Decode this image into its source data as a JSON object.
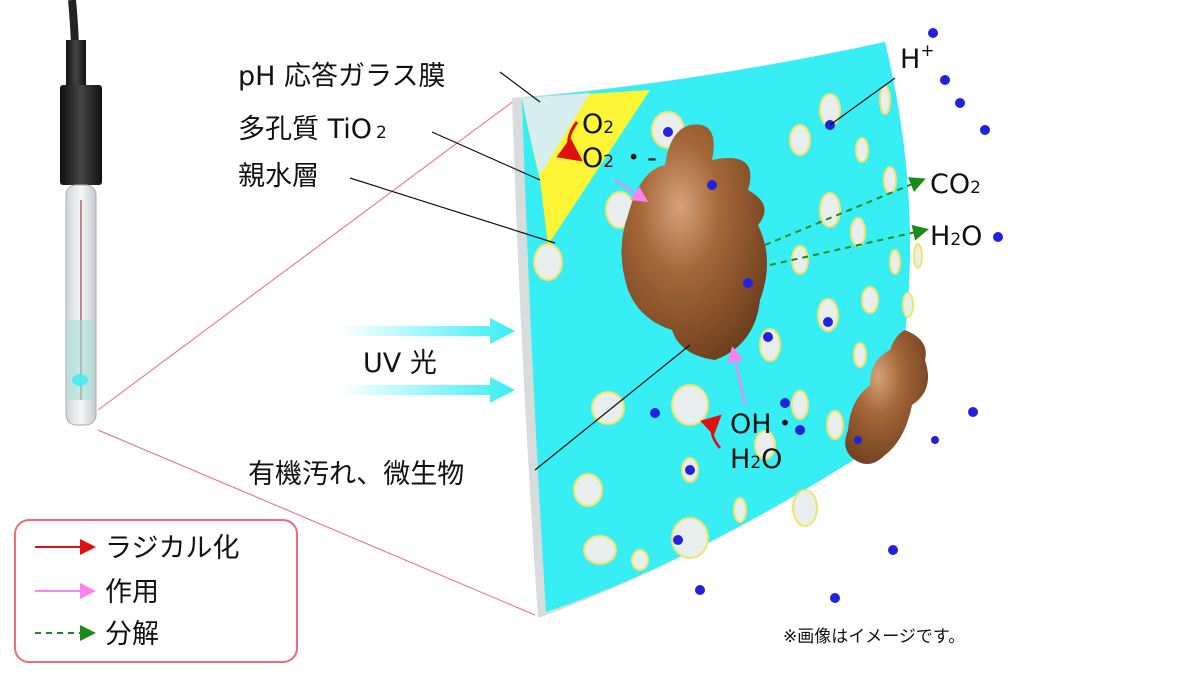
{
  "labels": {
    "glass_membrane": "pH 応答ガラス膜",
    "tio2_prefix": "多孔質 TiO",
    "tio2_sub": "2",
    "hydrophilic_layer": "親水層",
    "uv_light": "UV 光",
    "organic_dirt": "有機汚れ、微生物",
    "h_plus": "H",
    "h_plus_sup": "+",
    "co2": "CO",
    "co2_sub": "2",
    "h2o_right": "H",
    "h2o_right_sub": "2",
    "h2o_right_o": "O",
    "o2_top": "O",
    "o2_top_sub": "2",
    "superoxide": "O",
    "superoxide_sub": "2",
    "superoxide_suffix": "・-",
    "oh_radical": "OH・",
    "h2o_bottom": "H",
    "h2o_bottom_sub": "2",
    "h2o_bottom_o": "O",
    "disclaimer": "※画像はイメージです。"
  },
  "legend": {
    "items": [
      {
        "label": "ラジカル化",
        "color": "#e01010"
      },
      {
        "label": "作用",
        "color": "#ff80f0"
      },
      {
        "label": "分解",
        "color": "#1a8a1a"
      }
    ]
  },
  "colors": {
    "surface": "#36eef4",
    "tio2": "#fbf536",
    "dirt": "#9a5c32",
    "ion": "#2222dd",
    "frame": "#f06a78"
  }
}
